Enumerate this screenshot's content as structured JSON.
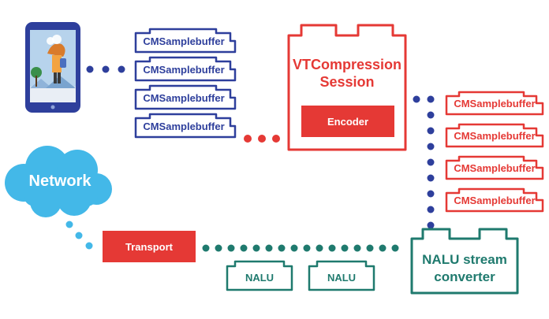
{
  "colors": {
    "blue": "#2e3f9c",
    "red": "#e53935",
    "teal": "#1f7a6e",
    "cloud": "#43b8e8",
    "white": "#ffffff",
    "phone_screen_bg": "#b7d3ec"
  },
  "icons": {
    "phone": "smartphone-icon",
    "cloud": "cloud-icon"
  },
  "input_buffers": [
    "CMSamplebuffer",
    "CMSamplebuffer",
    "CMSamplebuffer",
    "CMSamplebuffer"
  ],
  "output_buffers": [
    "CMSamplebuffer",
    "CMSamplebuffer",
    "CMSamplebuffer",
    "CMSamplebuffer"
  ],
  "compression_session": {
    "title_line1": "VTCompression",
    "title_line2": "Session",
    "encoder_label": "Encoder"
  },
  "converter": {
    "title_line1": "NALU stream",
    "title_line2": "converter"
  },
  "nalu_units": [
    "NALU",
    "NALU"
  ],
  "transport_label": "Transport",
  "network_label": "Network"
}
